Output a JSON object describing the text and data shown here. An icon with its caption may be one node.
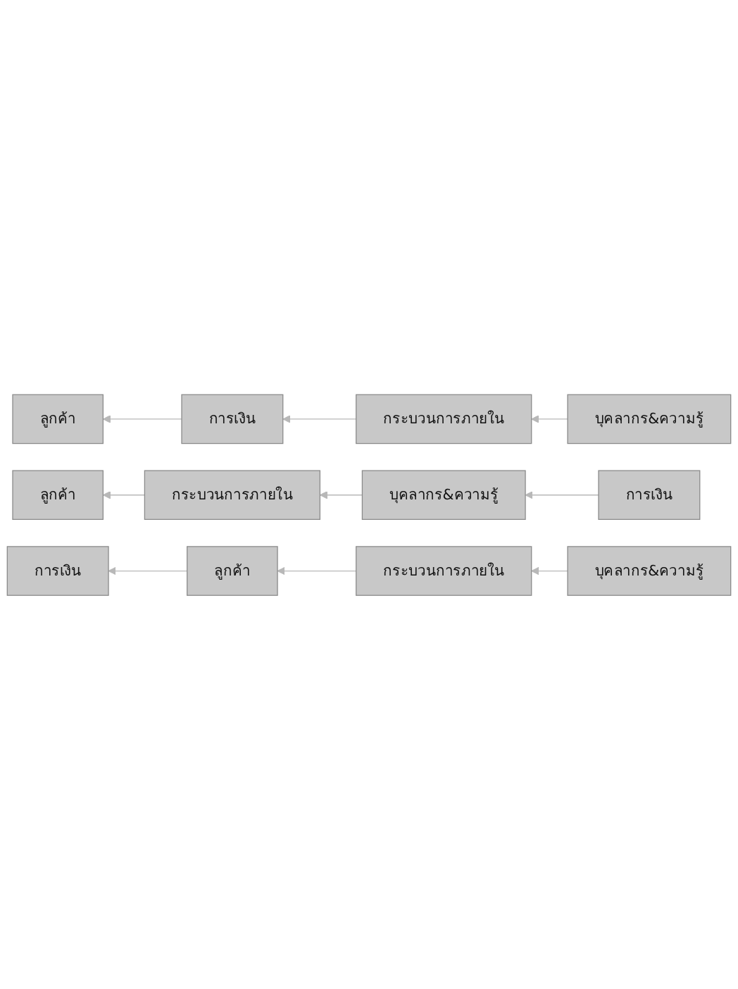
{
  "diagram": {
    "nodes": [
      {
        "text": [
          "ลูกค้า"
        ]
      },
      {
        "text": [
          "การเงิน"
        ]
      },
      {
        "text": [
          "กระบวนการภายใน"
        ]
      },
      {
        "text": [
          "บุคลากร&ความรู้"
        ]
      },
      {
        "text": [
          "ลูกค้า"
        ]
      },
      {
        "text": [
          "กระบวนการภายใน"
        ]
      },
      {
        "text": [
          "บุคลากร&ความรู้"
        ]
      },
      {
        "text": [
          "การเงิน"
        ]
      },
      {
        "text": [
          "การเงิน"
        ]
      },
      {
        "text": [
          "ลูกค้า"
        ]
      },
      {
        "text": [
          "กระบวนการภายใน"
        ]
      },
      {
        "text": [
          "บุคลากร&ความรู้"
        ]
      }
    ],
    "edges": [
      {
        "from": 3,
        "to": 2,
        "arrow": "to"
      },
      {
        "from": 2,
        "to": 1,
        "arrow": "to"
      },
      {
        "from": 1,
        "to": 0,
        "arrow": "to"
      },
      {
        "from": 7,
        "to": 6,
        "arrow": "to"
      },
      {
        "from": 6,
        "to": 5,
        "arrow": "to"
      },
      {
        "from": 5,
        "to": 4,
        "arrow": "to"
      },
      {
        "from": 11,
        "to": 10,
        "arrow": "to"
      },
      {
        "from": 10,
        "to": 9,
        "arrow": "to"
      },
      {
        "from": 9,
        "to": 8,
        "arrow": "to"
      }
    ]
  }
}
